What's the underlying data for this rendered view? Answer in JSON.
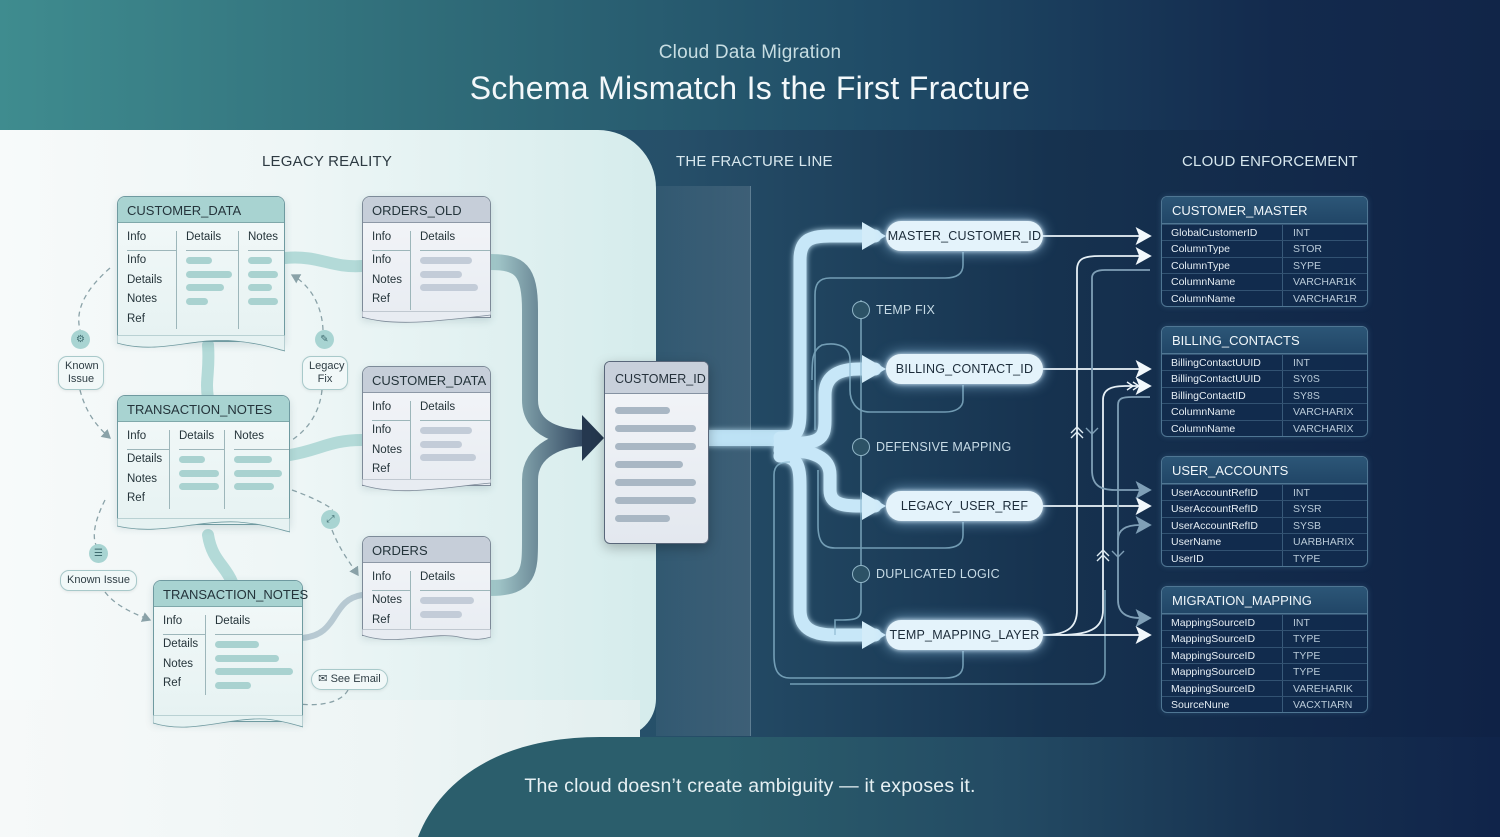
{
  "header": {
    "subtitle": "Cloud Data Migration",
    "title": "Schema Mismatch Is the First Fracture"
  },
  "sections": {
    "legacy": "LEGACY REALITY",
    "fracture": "THE FRACTURE LINE",
    "cloud": "CLOUD ENFORCEMENT"
  },
  "legacy_tables": [
    {
      "name": "CUSTOMER_DATA",
      "style": "teal",
      "columns": [
        "Info",
        "Details",
        "Notes"
      ],
      "rows": [
        "Info",
        "Details",
        "Notes",
        "Ref"
      ]
    },
    {
      "name": "ORDERS_OLD",
      "style": "grey",
      "columns": [
        "Info",
        "Details"
      ],
      "rows": [
        "Info",
        "Notes",
        "Ref"
      ]
    },
    {
      "name": "TRANSACTION_NOTES",
      "style": "teal",
      "columns": [
        "Info",
        "Details",
        "Notes"
      ],
      "rows": [
        "Details",
        "Notes",
        "Ref"
      ]
    },
    {
      "name": "CUSTOMER_DATA",
      "style": "grey",
      "columns": [
        "Info",
        "Details"
      ],
      "rows": [
        "Info",
        "Notes",
        "Ref"
      ]
    },
    {
      "name": "ORDERS",
      "style": "grey",
      "columns": [
        "Info",
        "Details"
      ],
      "rows": [
        "Notes",
        "Ref"
      ]
    },
    {
      "name": "TRANSACTION_NOTES",
      "style": "teal",
      "columns": [
        "Info",
        "Details"
      ],
      "rows": [
        "Details",
        "Notes",
        "Ref"
      ]
    }
  ],
  "annotations": {
    "known_issue_1": "Known Issue",
    "legacy_fix": "Legacy Fix",
    "known_issue_2": "Known Issue",
    "see_email": "See Email"
  },
  "central": {
    "name": "CUSTOMER_ID"
  },
  "targets": [
    "MASTER_CUSTOMER_ID",
    "BILLING_CONTACT_ID",
    "LEGACY_USER_REF",
    "TEMP_MAPPING_LAYER"
  ],
  "markers": [
    "TEMP FIX",
    "DEFENSIVE MAPPING",
    "DUPLICATED LOGIC"
  ],
  "cloud_tables": [
    {
      "name": "CUSTOMER_MASTER",
      "rows": [
        [
          "GlobalCustomerID",
          "INT"
        ],
        [
          "ColumnType",
          "STOR"
        ],
        [
          "ColumnType",
          "SYPE"
        ],
        [
          "ColumnName",
          "VARCHAR1K"
        ],
        [
          "ColumnName",
          "VARCHAR1R"
        ]
      ]
    },
    {
      "name": "BILLING_CONTACTS",
      "rows": [
        [
          "BillingContactUUID",
          "INT"
        ],
        [
          "BillingContactUUID",
          "SY0S"
        ],
        [
          "BillingContactID",
          "SY8S"
        ],
        [
          "ColumnName",
          "VARCHARIX"
        ],
        [
          "ColumnName",
          "VARCHARIX"
        ]
      ]
    },
    {
      "name": "USER_ACCOUNTS",
      "rows": [
        [
          "UserAccountRefID",
          "INT"
        ],
        [
          "UserAccountRefID",
          "SYSR"
        ],
        [
          "UserAccountRefID",
          "SYSB"
        ],
        [
          "UserName",
          "UARBHARIX"
        ],
        [
          "UserID",
          "TYPE"
        ]
      ]
    },
    {
      "name": "MIGRATION_MAPPING",
      "rows": [
        [
          "MappingSourceID",
          "INT"
        ],
        [
          "MappingSourceID",
          "TYPE"
        ],
        [
          "MappingSourceID",
          "TYPE"
        ],
        [
          "MappingSourceID",
          "TYPE"
        ],
        [
          "MappingSourceID",
          "VAREHARIK"
        ],
        [
          "SourceNune",
          "VACXTIARN"
        ]
      ]
    }
  ],
  "footer": "The cloud doesn’t create ambiguity — it exposes it.",
  "colors": {
    "teal_header": "#a8d3d1",
    "grey_header": "#c6ced9",
    "pill_bg": "#e4f3fb",
    "cloud_table_bg": "#122c4e",
    "arrow_dark": "#2a3f5a"
  }
}
